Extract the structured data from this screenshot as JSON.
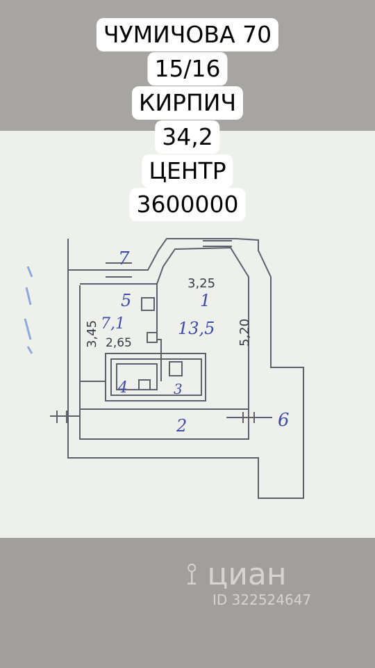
{
  "listing": {
    "address": "ЧУМИЧОВА 70",
    "floor": "15/16",
    "material": "КИРПИЧ",
    "area": "34,2",
    "district": "ЦЕНТР",
    "price": "3600000"
  },
  "plan": {
    "rooms": {
      "r7": "7",
      "r5": "5",
      "r5_area": "7,1",
      "r1": "1",
      "r1_area": "13,5",
      "r4": "4",
      "r3": "3",
      "r2": "2",
      "r6": "6"
    },
    "dims": {
      "d345": "3,45",
      "d265": "2,65",
      "d325": "3,25",
      "d520": "5,20"
    }
  },
  "watermark": {
    "brand": "циан",
    "id": "ID 322524647"
  }
}
